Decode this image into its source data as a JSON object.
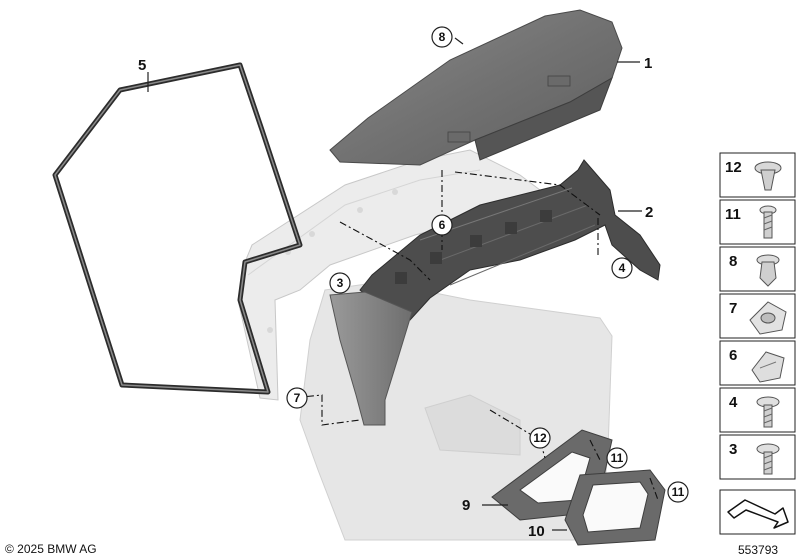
{
  "callouts": {
    "c1": "1",
    "c2": "2",
    "c3": "3",
    "c4": "4",
    "c5": "5",
    "c6": "6",
    "c7": "7",
    "c8": "8",
    "c9": "9",
    "c10": "10",
    "c11a": "11",
    "c11b": "11",
    "c12": "12"
  },
  "legend": [
    {
      "number": "12",
      "icon": "push-rivet-icon"
    },
    {
      "number": "11",
      "icon": "screw-icon"
    },
    {
      "number": "8",
      "icon": "expanding-clip-icon"
    },
    {
      "number": "7",
      "icon": "spring-clip-icon"
    },
    {
      "number": "6",
      "icon": "clip-nut-icon"
    },
    {
      "number": "4",
      "icon": "flange-screw-icon"
    },
    {
      "number": "3",
      "icon": "flange-screw-icon"
    }
  ],
  "footer": {
    "copyright": "© 2025 BMW AG",
    "doc_number": "553793"
  }
}
